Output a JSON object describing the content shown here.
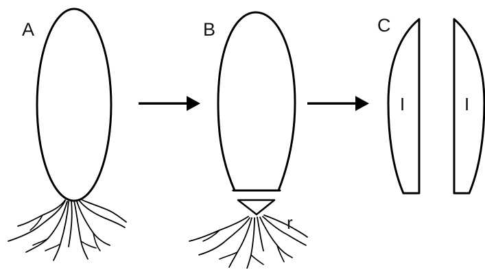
{
  "panels": {
    "a": {
      "label": "A"
    },
    "b": {
      "label": "B",
      "root_label": "r"
    },
    "c": {
      "label": "C",
      "left_half_mark": "I",
      "right_half_mark": "I"
    }
  },
  "colors": {
    "ink": "#000000",
    "background": "#ffffff"
  }
}
